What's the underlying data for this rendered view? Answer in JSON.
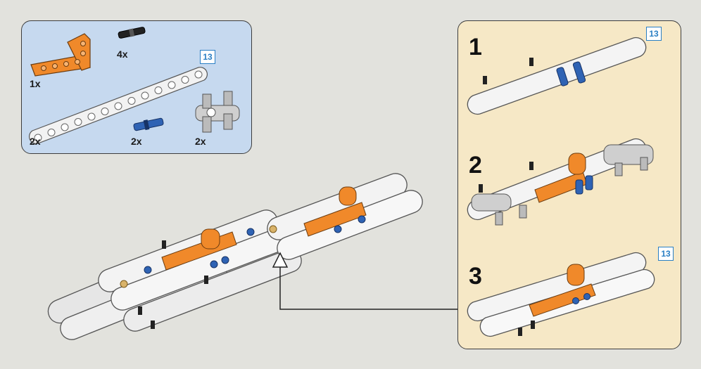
{
  "parts_list": {
    "items": [
      {
        "qty": "1x",
        "part": "orange-angled-beam"
      },
      {
        "qty": "4x",
        "part": "black-friction-pin"
      },
      {
        "qty": "2x",
        "part": "white-beam-13"
      },
      {
        "qty": "2x",
        "part": "blue-axle-pin"
      },
      {
        "qty": "2x",
        "part": "grey-cross-block"
      }
    ],
    "length_badge": "13"
  },
  "steps": [
    {
      "number": "1",
      "badge": "13"
    },
    {
      "number": "2",
      "badge": ""
    },
    {
      "number": "3",
      "badge": "13"
    }
  ],
  "colors": {
    "parts_panel": "#c6d9ef",
    "steps_panel": "#f6e8c6",
    "background": "#e2e2dd",
    "orange": "#f0892a",
    "blue": "#2f63b4",
    "badge": "#2a7fc4"
  }
}
